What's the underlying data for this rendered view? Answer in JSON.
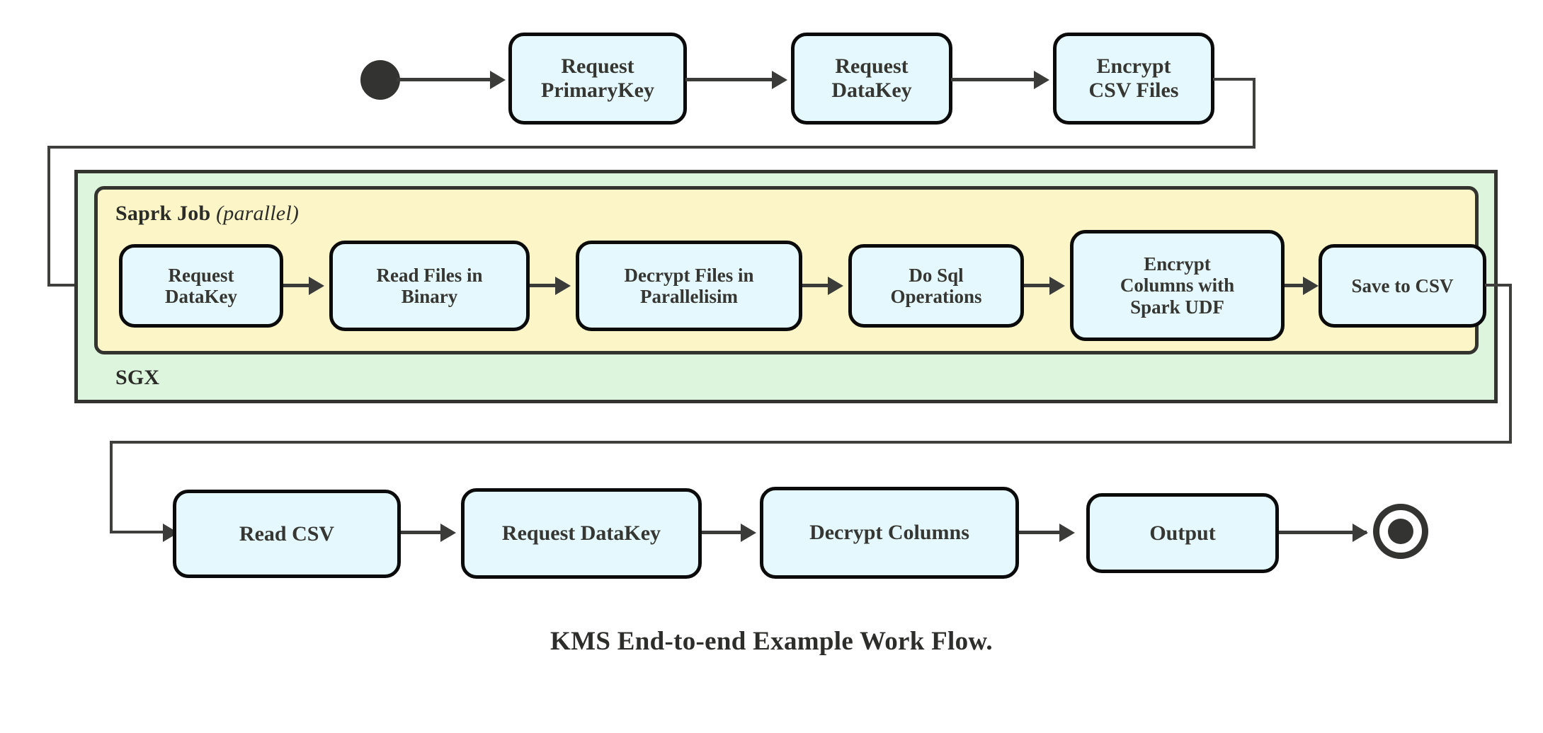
{
  "diagram": {
    "caption": "KMS End-to-end Example Work Flow.",
    "colors": {
      "node_fill": "#e4f8fd",
      "node_border": "#0b0b0b",
      "sgx_fill": "#ddf5dd",
      "spark_fill": "#fcf5c7",
      "container_border": "#33332f",
      "connector": "#3b3b39",
      "text": "#363633"
    },
    "containers": [
      {
        "id": "sgx",
        "label": "SGX",
        "label_suffix": "",
        "fill": "#ddf5dd"
      },
      {
        "id": "spark",
        "label": "Saprk Job ",
        "label_suffix": "(parallel)",
        "fill": "#fcf5c7"
      }
    ],
    "markers": {
      "start": "start-node",
      "end": "end-node"
    },
    "rows": [
      {
        "id": "row-top",
        "nodes": [
          {
            "id": "request-primarykey",
            "lines": [
              "Request",
              "PrimaryKey"
            ]
          },
          {
            "id": "request-datakey-top",
            "lines": [
              "Request",
              "DataKey"
            ]
          },
          {
            "id": "encrypt-csv-files",
            "lines": [
              "Encrypt",
              "CSV Files"
            ]
          }
        ]
      },
      {
        "id": "row-spark",
        "nodes": [
          {
            "id": "request-datakey-spark",
            "lines": [
              "Request",
              "DataKey"
            ]
          },
          {
            "id": "read-files-in-binary",
            "lines": [
              "Read Files in",
              "Binary"
            ]
          },
          {
            "id": "decrypt-files-in-parallelisim",
            "lines": [
              "Decrypt Files in",
              "Parallelisim"
            ]
          },
          {
            "id": "do-sql-operations",
            "lines": [
              "Do Sql",
              "Operations"
            ]
          },
          {
            "id": "encrypt-columns-with-spark-udf",
            "lines": [
              "Encrypt",
              "Columns with",
              "Spark UDF"
            ]
          },
          {
            "id": "save-to-csv",
            "lines": [
              "Save to CSV"
            ]
          }
        ]
      },
      {
        "id": "row-bottom",
        "nodes": [
          {
            "id": "read-csv",
            "lines": [
              "Read CSV"
            ]
          },
          {
            "id": "request-datakey-bottom",
            "lines": [
              "Request DataKey"
            ]
          },
          {
            "id": "decrypt-columns",
            "lines": [
              "Decrypt Columns"
            ]
          },
          {
            "id": "output",
            "lines": [
              "Output"
            ]
          }
        ]
      }
    ],
    "flow_order": [
      "start-node",
      "Request PrimaryKey",
      "Request DataKey",
      "Encrypt CSV Files",
      "Request DataKey",
      "Read Files in Binary",
      "Decrypt Files in Parallelisim",
      "Do Sql Operations",
      "Encrypt Columns with Spark UDF",
      "Save to CSV",
      "Read CSV",
      "Request DataKey",
      "Decrypt Columns",
      "Output",
      "end-node"
    ]
  }
}
